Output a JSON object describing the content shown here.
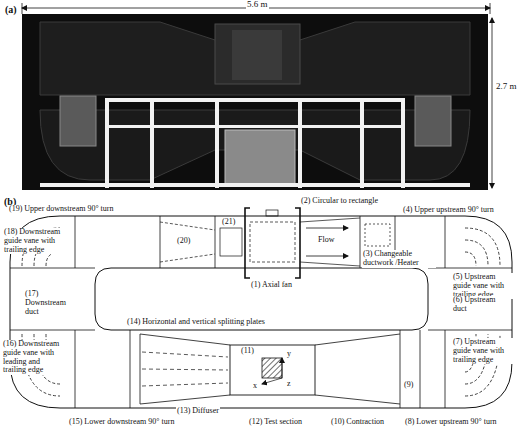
{
  "diagram": {
    "labels": [
      "(a)",
      "5.6 m",
      "2.7 m",
      "(b)",
      "(19) Upper downstream 90° turn",
      "(2) Circular to rectangle",
      "(4) Upper upstream 90° turn",
      "Flow",
      "(18) Downstream guide vane with trailing edge",
      "(20)",
      "(21)",
      "(1) Axial fan",
      "(3) Changeable ductwork /Heater",
      "(5) Upstream guide vane with trailing edge",
      "(17) Downstream duct",
      "(6) Upstream duct",
      "(14) Horizontal and vertical splitting plates",
      "(11)",
      "y",
      "x",
      "z",
      "(16) Downstream guide vane with leading and trailing edge",
      "(9)",
      "(7) Upstream guide vane with trailing edge",
      "(15) Lower downstream 90° turn",
      "(13) Diffuser",
      "(12) Test section",
      "(10) Contraction",
      "(8) Lower upstream 90° turn"
    ]
  }
}
